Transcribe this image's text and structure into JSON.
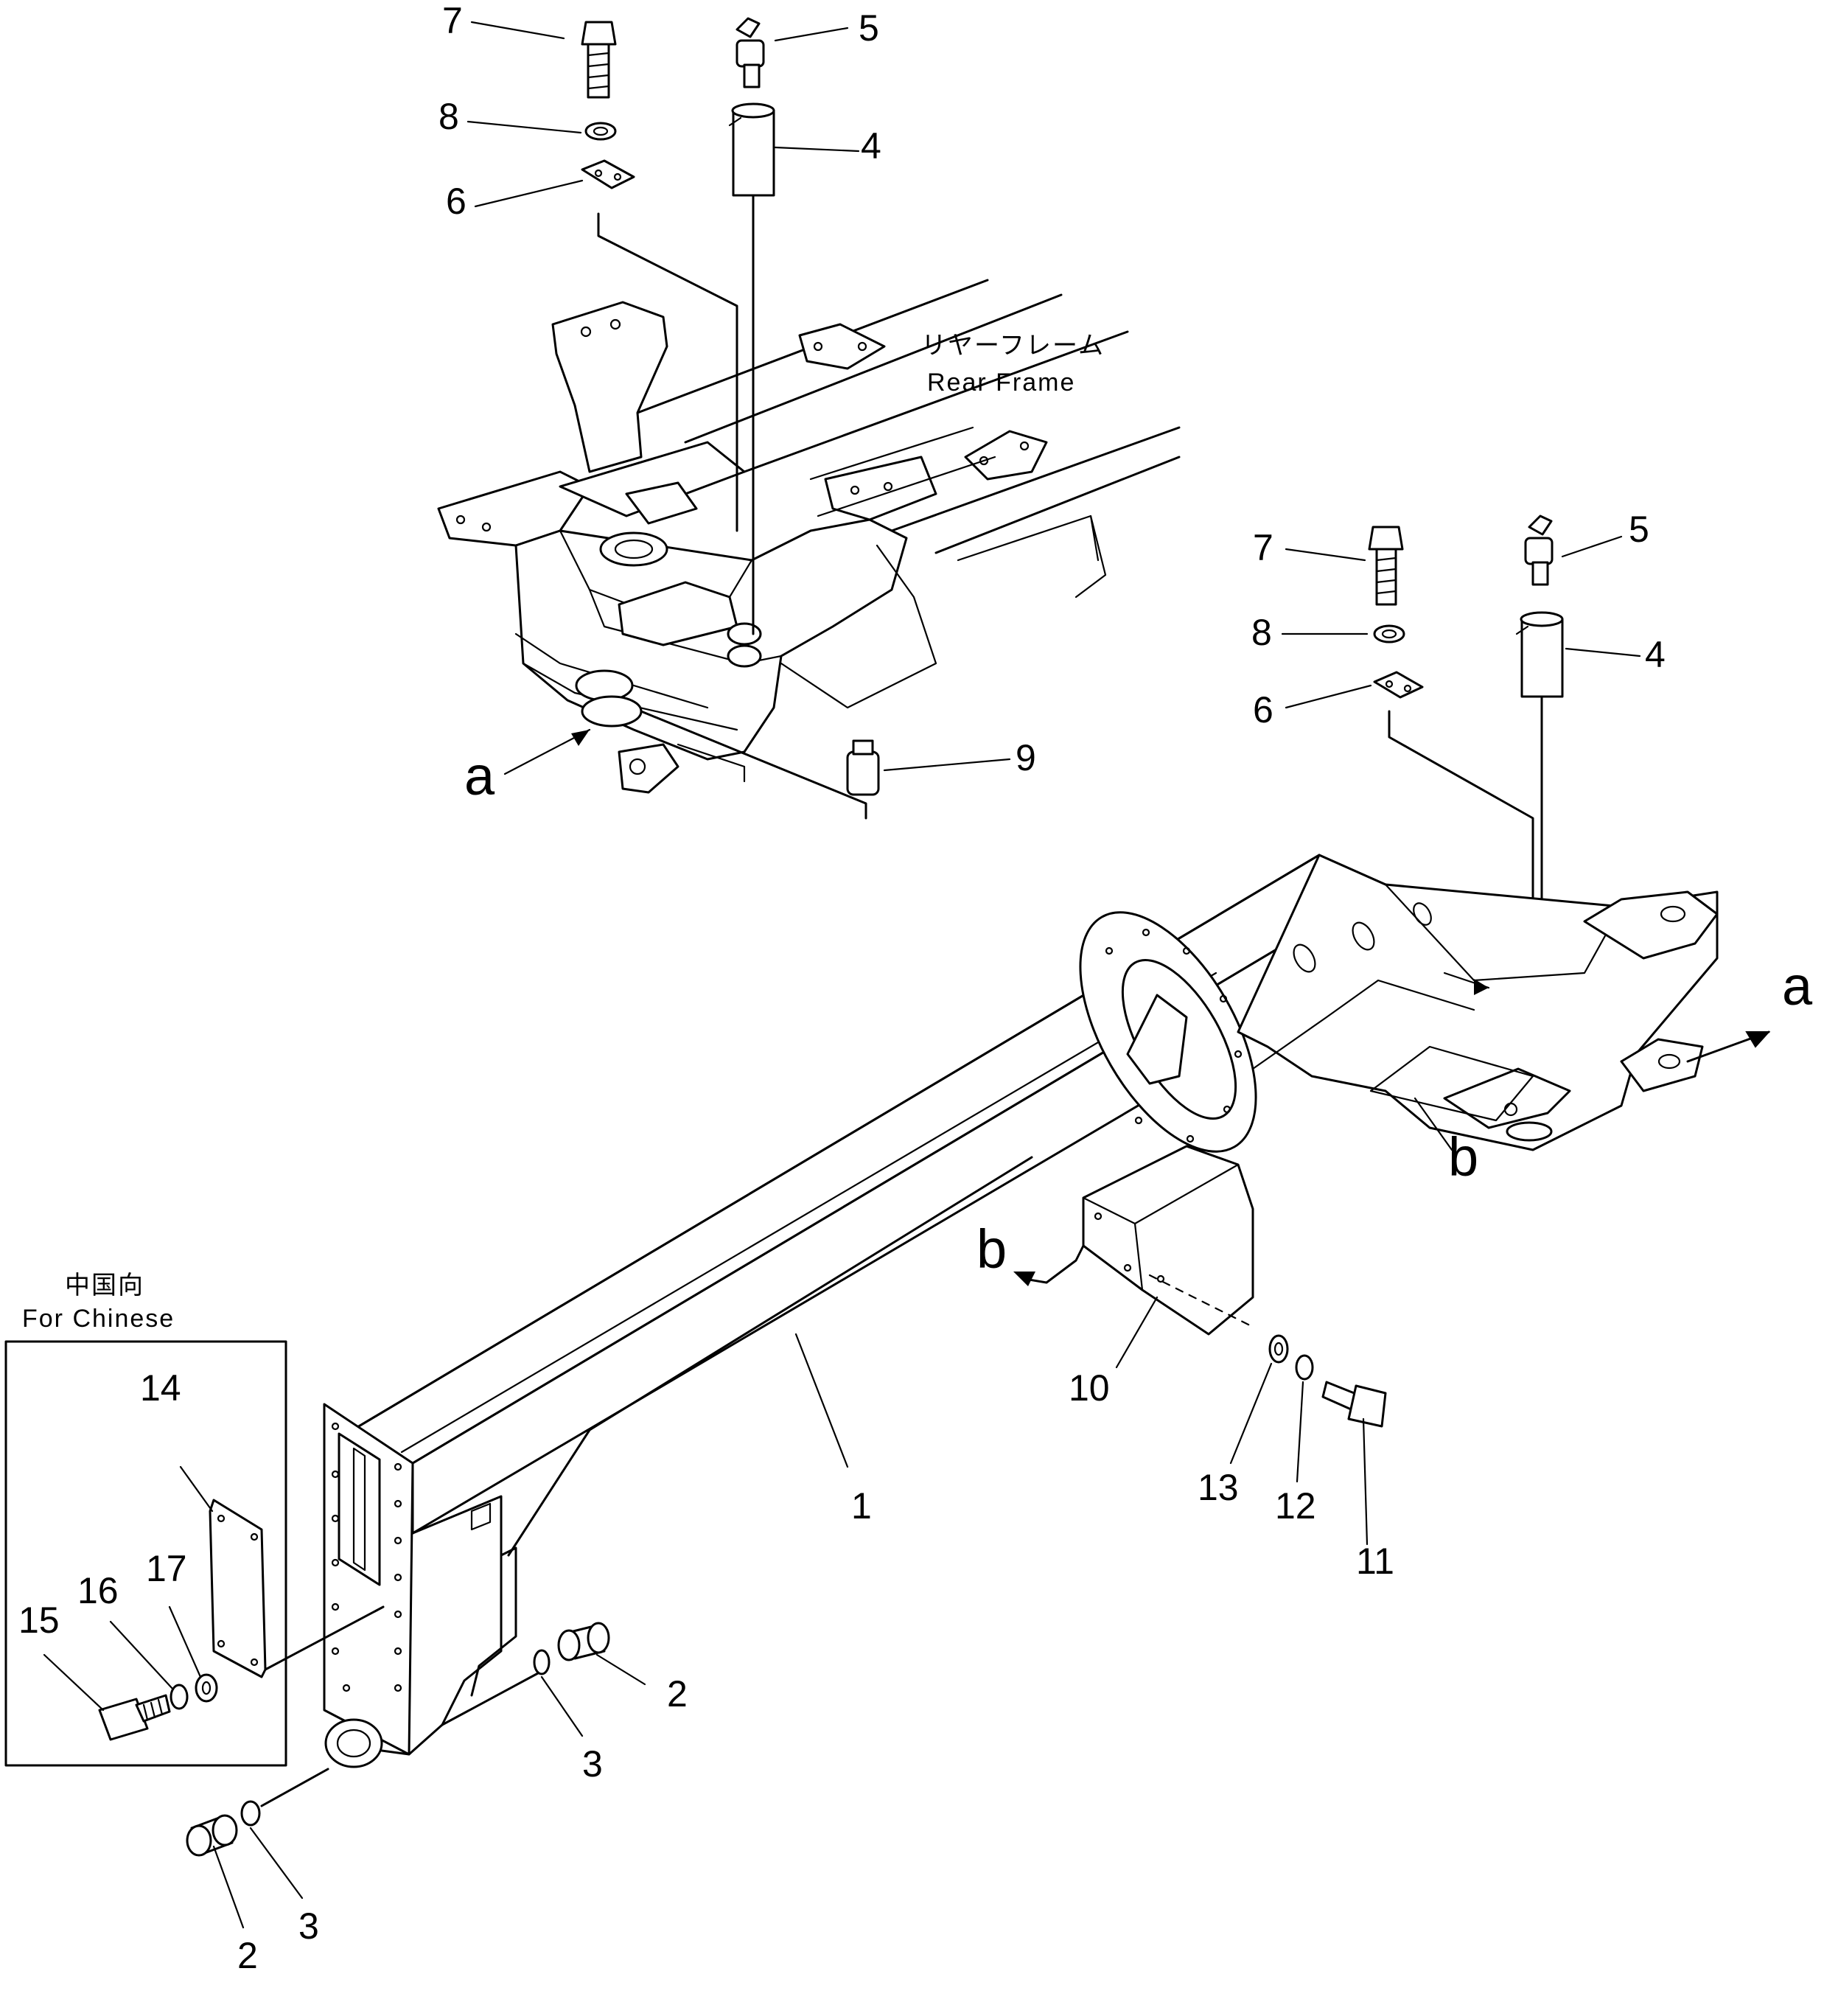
{
  "diagram": {
    "captions": {
      "rear_frame_jp": "リヤーフレーム",
      "rear_frame_en": "Rear Frame",
      "for_chinese_jp": "中国向",
      "for_chinese_en": "For Chinese"
    },
    "view_letters": {
      "a": "a",
      "b": "b"
    },
    "callouts": {
      "c1": "1",
      "c2": "2",
      "c3": "3",
      "c4": "4",
      "c5": "5",
      "c6": "6",
      "c7": "7",
      "c8": "8",
      "c9": "9",
      "c10": "10",
      "c11": "11",
      "c12": "12",
      "c13": "13",
      "c14": "14",
      "c15": "15",
      "c16": "16",
      "c17": "17"
    }
  }
}
